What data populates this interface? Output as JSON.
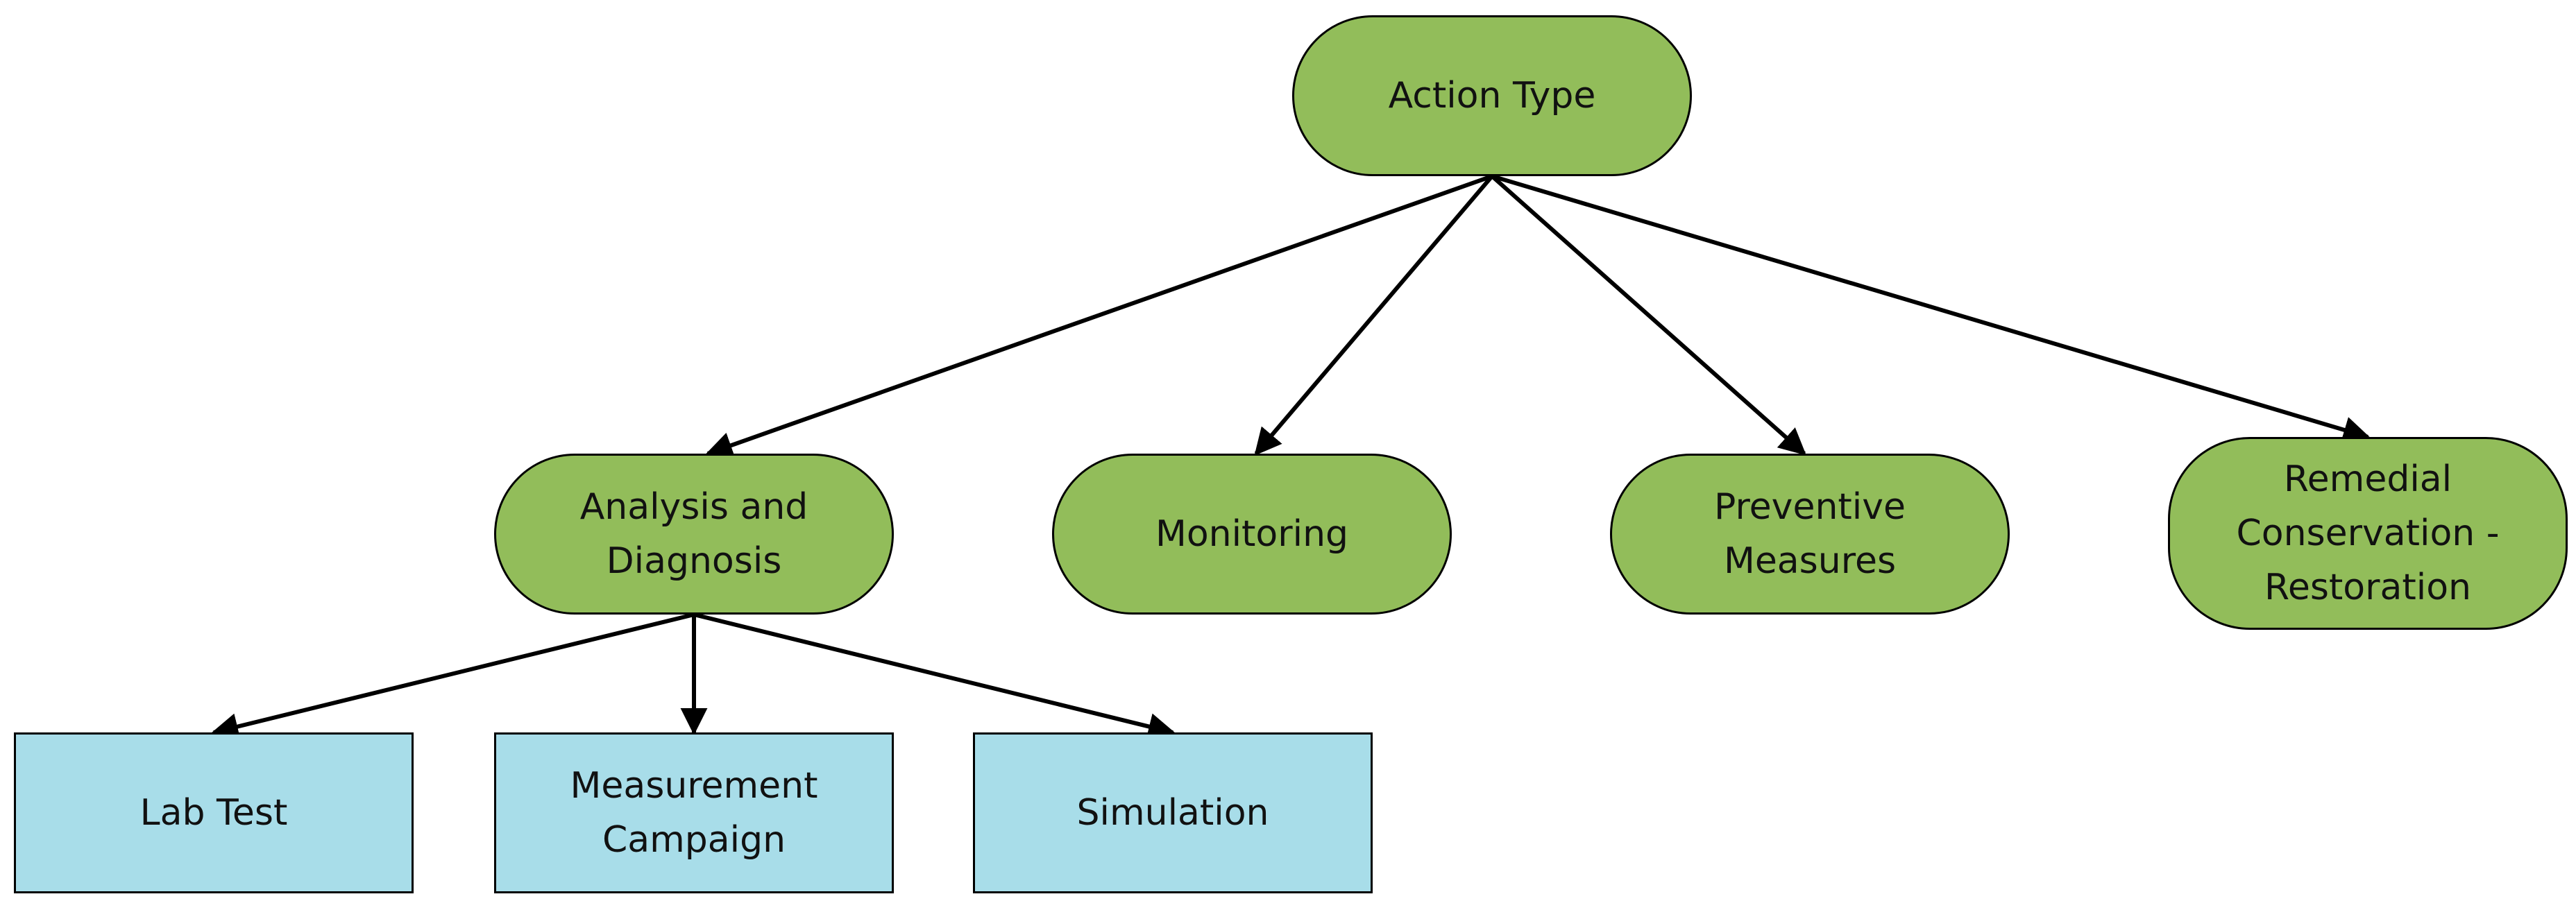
{
  "nodes": {
    "root": {
      "label": "Action Type"
    },
    "analysis": {
      "label": "Analysis and\nDiagnosis"
    },
    "monitoring": {
      "label": "Monitoring"
    },
    "preventive": {
      "label": "Preventive\nMeasures"
    },
    "remedial": {
      "label": "Remedial\nConservation -\nRestoration"
    },
    "lab_test": {
      "label": "Lab Test"
    },
    "measurement": {
      "label": "Measurement\nCampaign"
    },
    "simulation": {
      "label": "Simulation"
    }
  },
  "edges": [
    {
      "from": "root",
      "to": "analysis"
    },
    {
      "from": "root",
      "to": "monitoring"
    },
    {
      "from": "root",
      "to": "preventive"
    },
    {
      "from": "root",
      "to": "remedial"
    },
    {
      "from": "analysis",
      "to": "lab_test"
    },
    {
      "from": "analysis",
      "to": "measurement"
    },
    {
      "from": "analysis",
      "to": "simulation"
    }
  ],
  "colors": {
    "pill_fill": "#92bd5a",
    "box_fill": "#a8dde9",
    "stroke": "#000000"
  }
}
